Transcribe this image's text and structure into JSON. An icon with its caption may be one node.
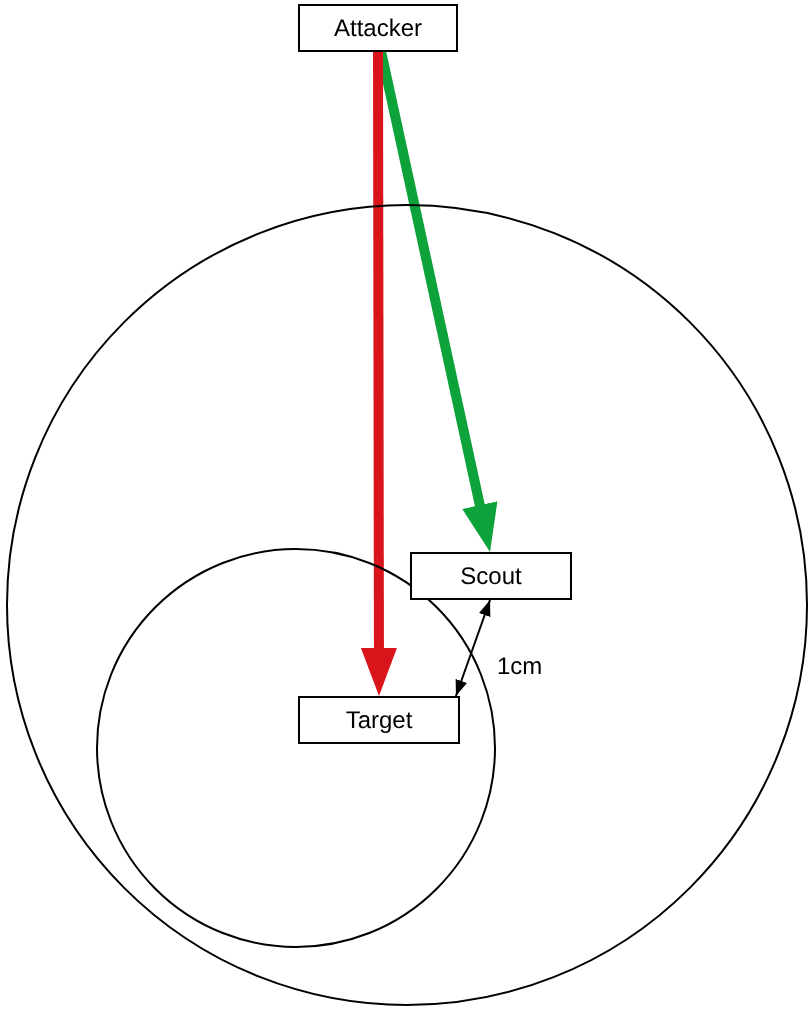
{
  "diagram": {
    "nodes": [
      {
        "text": [
          "Attacker"
        ]
      },
      {
        "text": [],
        "shape": "circle"
      },
      {
        "text": [],
        "shape": "circle",
        "in": 1
      },
      {
        "text": [
          "Scout"
        ],
        "in": 1
      },
      {
        "text": [
          "Target"
        ],
        "in": 2
      }
    ],
    "edges": [
      {
        "from": 0,
        "to": 3,
        "arrow": "to",
        "color": "#0ea23a"
      },
      {
        "from": 0,
        "to": 4,
        "arrow": "to",
        "color": "#d9141b"
      },
      {
        "from": 3,
        "to": 4,
        "arrow": "both",
        "label": "1cm",
        "color": "#000000"
      }
    ]
  }
}
